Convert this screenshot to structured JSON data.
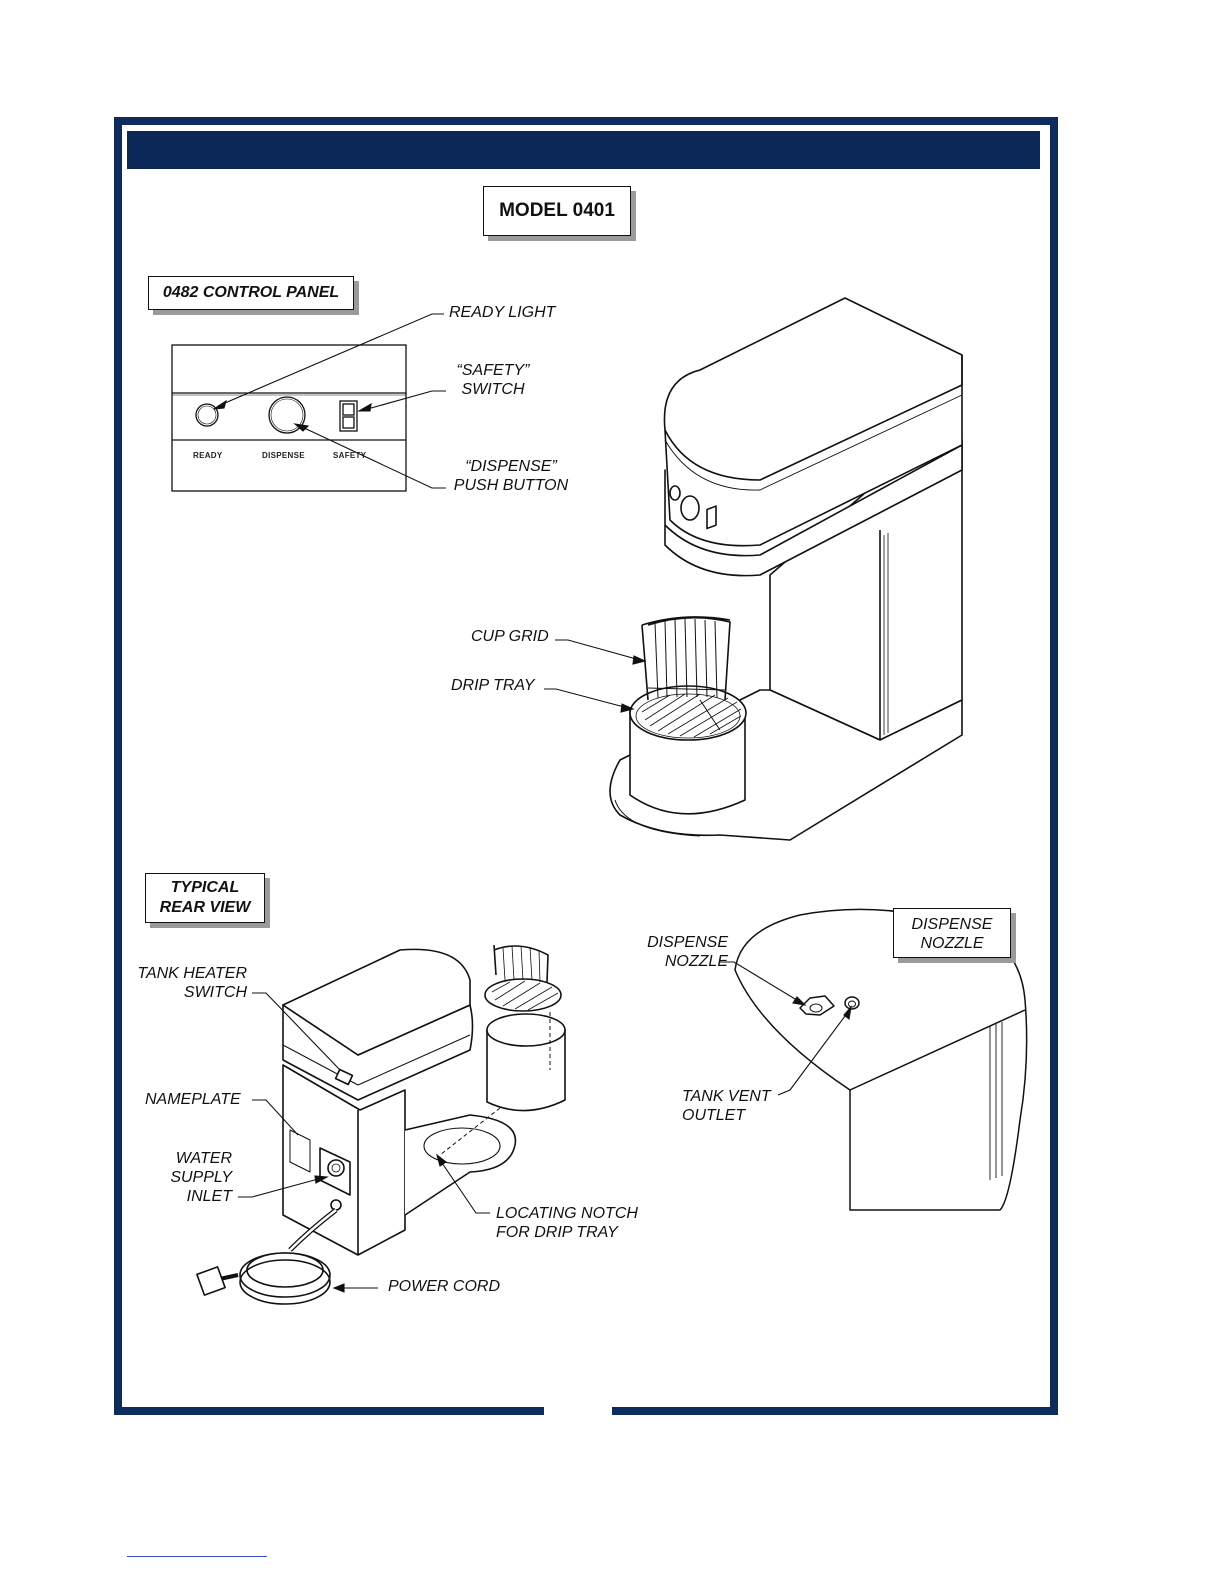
{
  "model_title": "MODEL 0401",
  "control_panel": {
    "heading": "0482 CONTROL PANEL",
    "labels": {
      "ready": "READY",
      "dispense": "DISPENSE",
      "safety": "SAFETY"
    }
  },
  "front_callouts": {
    "ready_light": "READY LIGHT",
    "safety_switch": "“SAFETY”\nSWITCH",
    "dispense_button": "“DISPENSE”\nPUSH BUTTON",
    "cup_grid": "CUP GRID",
    "drip_tray": "DRIP TRAY"
  },
  "rear_view": {
    "heading": "TYPICAL\nREAR VIEW",
    "tank_heater_switch": "TANK HEATER\nSWITCH",
    "nameplate": "NAMEPLATE",
    "water_supply_inlet": "WATER\nSUPPLY\nINLET",
    "locating_notch": "LOCATING NOTCH\nFOR DRIP TRAY",
    "power_cord": "POWER CORD"
  },
  "nozzle_view": {
    "heading": "DISPENSE\nNOZZLE",
    "dispense_nozzle": "DISPENSE\nNOZZLE",
    "tank_vent_outlet": "TANK VENT\nOUTLET"
  },
  "colors": {
    "frame": "#0d2b5c",
    "title_bar": "#0b2858",
    "shadow": "#9a9a9a"
  }
}
